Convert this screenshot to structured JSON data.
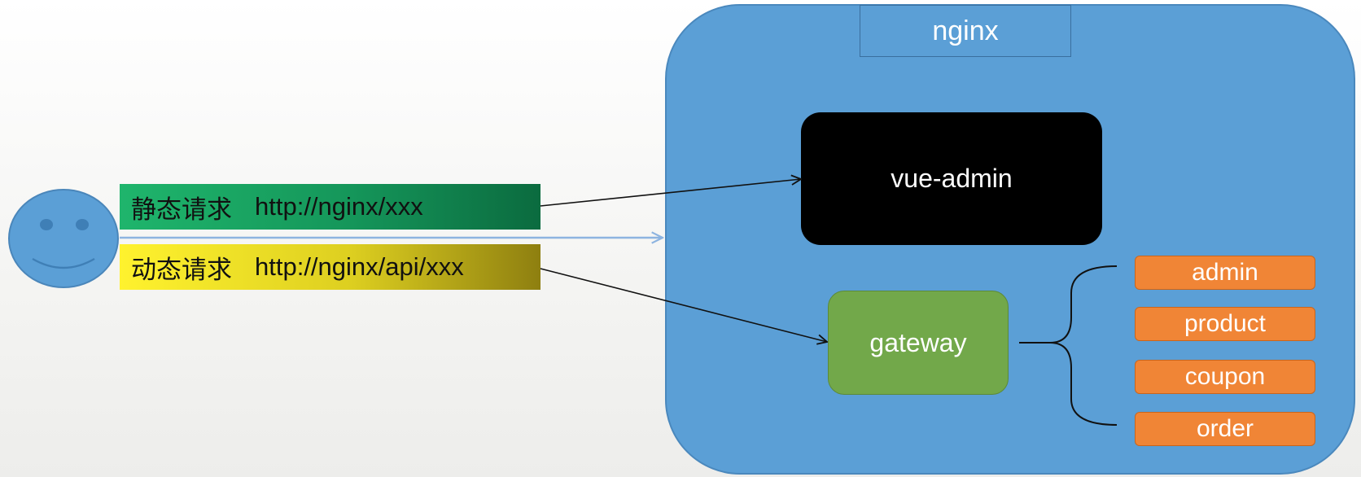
{
  "nginx": {
    "title": "nginx",
    "vue_admin_label": "vue-admin",
    "gateway_label": "gateway",
    "services": [
      "admin",
      "product",
      "coupon",
      "order"
    ]
  },
  "requests": {
    "static": {
      "kind": "静态请求",
      "url": "http://nginx/xxx"
    },
    "dynamic": {
      "kind": "动态请求",
      "url": "http://nginx/api/xxx"
    }
  },
  "colors": {
    "nginx_fill": "#5b9fd6",
    "vue_admin_fill": "#000000",
    "gateway_fill": "#72a84a",
    "service_fill": "#f08536",
    "static_label": "#1fb56c",
    "dynamic_label": "#fff22e",
    "client_fill": "#5b9fd6"
  },
  "icons": {
    "client": "smiley-face-icon"
  }
}
